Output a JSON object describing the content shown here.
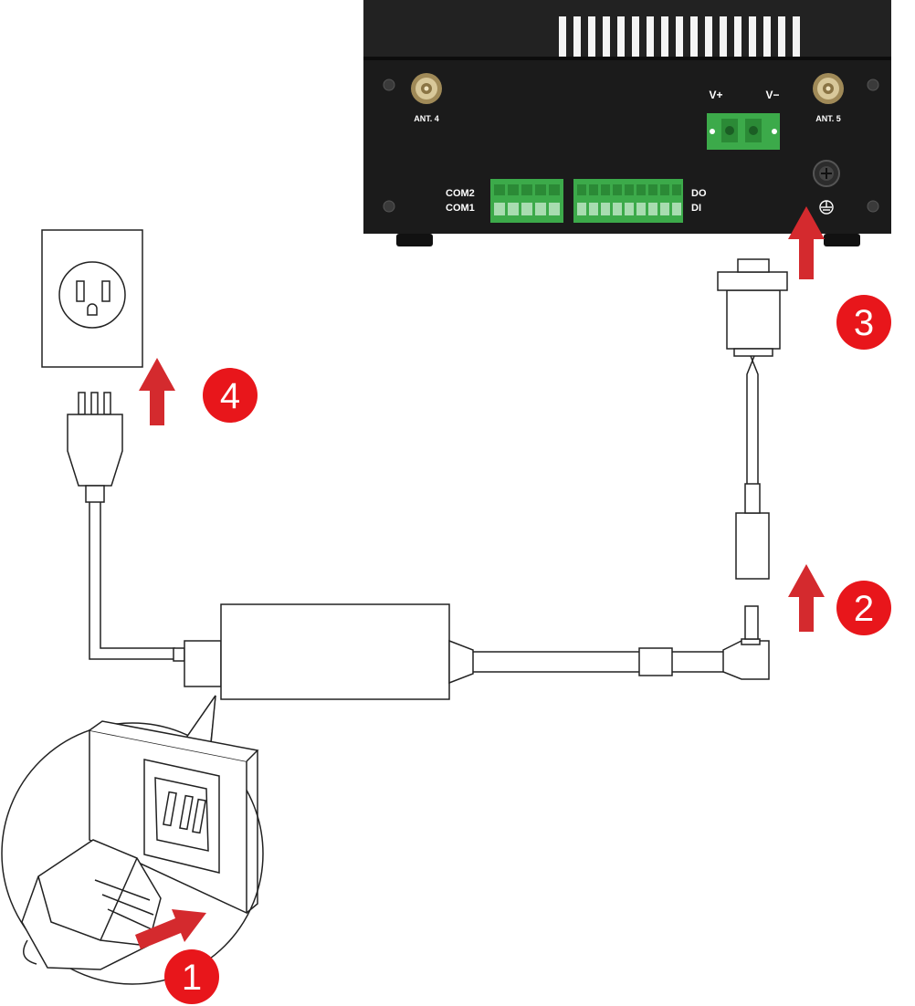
{
  "device": {
    "antenna_left": "ANT. 4",
    "antenna_right": "ANT. 5",
    "power_plus": "V+",
    "power_minus": "V−",
    "com2": "COM2",
    "com1": "COM1",
    "do": "DO",
    "di": "DI"
  },
  "steps": [
    "1",
    "2",
    "3",
    "4"
  ],
  "colors": {
    "arrow": "#d42a2e",
    "badge": "#e8161b",
    "device_body": "#1e1e1e",
    "terminal_green": "#3caa4a"
  },
  "icons": [
    "ground-icon",
    "ac-outlet-icon",
    "iec-inlet-icon"
  ]
}
